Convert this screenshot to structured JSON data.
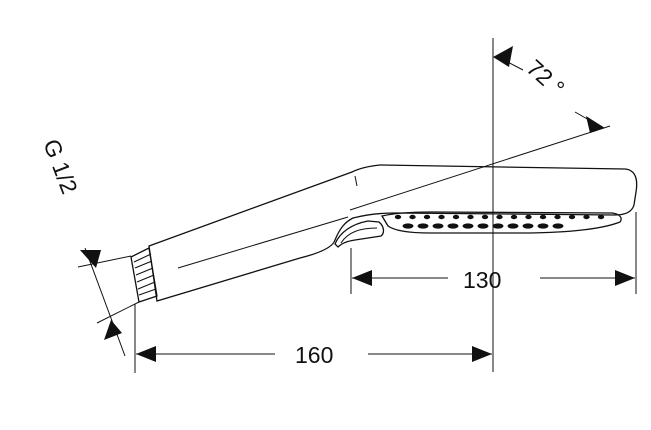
{
  "drawing": {
    "dimensions": {
      "angle_label": "72 °",
      "thread_label": "G 1/2",
      "length_overall_label": "160",
      "head_length_label": "130"
    },
    "colors": {
      "line": "#111111",
      "background": "#ffffff"
    }
  }
}
